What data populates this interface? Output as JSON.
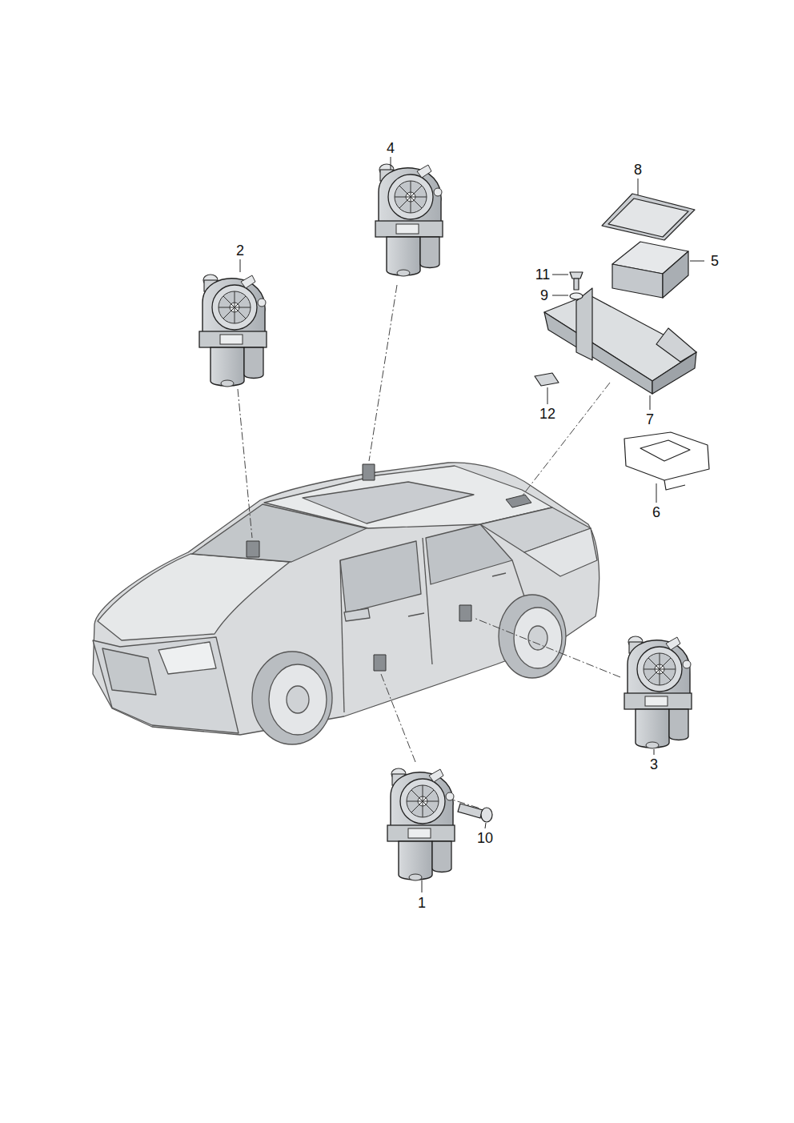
{
  "diagram": {
    "labels": [
      "4",
      "8",
      "2",
      "11",
      "5",
      "9",
      "12",
      "7",
      "6",
      "3",
      "10",
      "1"
    ]
  }
}
